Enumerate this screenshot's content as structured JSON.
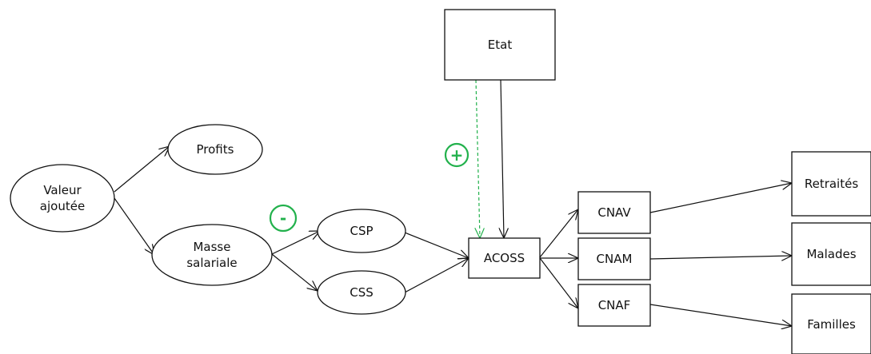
{
  "colors": {
    "stroke": "#111111",
    "background": "#ffffff",
    "accent_green": "#22b14c"
  },
  "nodes": {
    "valeur": {
      "label": "Valeur\najoutée",
      "shape": "ellipse"
    },
    "profits": {
      "label": "Profits",
      "shape": "ellipse"
    },
    "masse": {
      "label": "Masse\nsalariale",
      "shape": "ellipse"
    },
    "csp": {
      "label": "CSP",
      "shape": "ellipse"
    },
    "css": {
      "label": "CSS",
      "shape": "ellipse"
    },
    "etat": {
      "label": "Etat",
      "shape": "rect"
    },
    "acoss": {
      "label": "ACOSS",
      "shape": "rect"
    },
    "cnav": {
      "label": "CNAV",
      "shape": "rect"
    },
    "cnam": {
      "label": "CNAM",
      "shape": "rect"
    },
    "cnaf": {
      "label": "CNAF",
      "shape": "rect"
    },
    "retraites": {
      "label": "Retraités",
      "shape": "rect"
    },
    "malades": {
      "label": "Malades",
      "shape": "rect"
    },
    "familles": {
      "label": "Familles",
      "shape": "rect"
    }
  },
  "signs": {
    "minus": "-",
    "plus": "+"
  },
  "edges": [
    {
      "from": "valeur",
      "to": "profits",
      "style": "solid"
    },
    {
      "from": "valeur",
      "to": "masse",
      "style": "solid"
    },
    {
      "from": "masse",
      "to": "csp",
      "style": "solid"
    },
    {
      "from": "masse",
      "to": "css",
      "style": "solid"
    },
    {
      "from": "csp",
      "to": "acoss",
      "style": "solid"
    },
    {
      "from": "css",
      "to": "acoss",
      "style": "solid"
    },
    {
      "from": "etat",
      "to": "acoss",
      "style": "solid"
    },
    {
      "from": "etat",
      "to": "acoss",
      "style": "dashed-green"
    },
    {
      "from": "acoss",
      "to": "cnav",
      "style": "solid"
    },
    {
      "from": "acoss",
      "to": "cnam",
      "style": "solid"
    },
    {
      "from": "acoss",
      "to": "cnaf",
      "style": "solid"
    },
    {
      "from": "cnav",
      "to": "retraites",
      "style": "solid"
    },
    {
      "from": "cnam",
      "to": "malades",
      "style": "solid"
    },
    {
      "from": "cnaf",
      "to": "familles",
      "style": "solid"
    }
  ]
}
